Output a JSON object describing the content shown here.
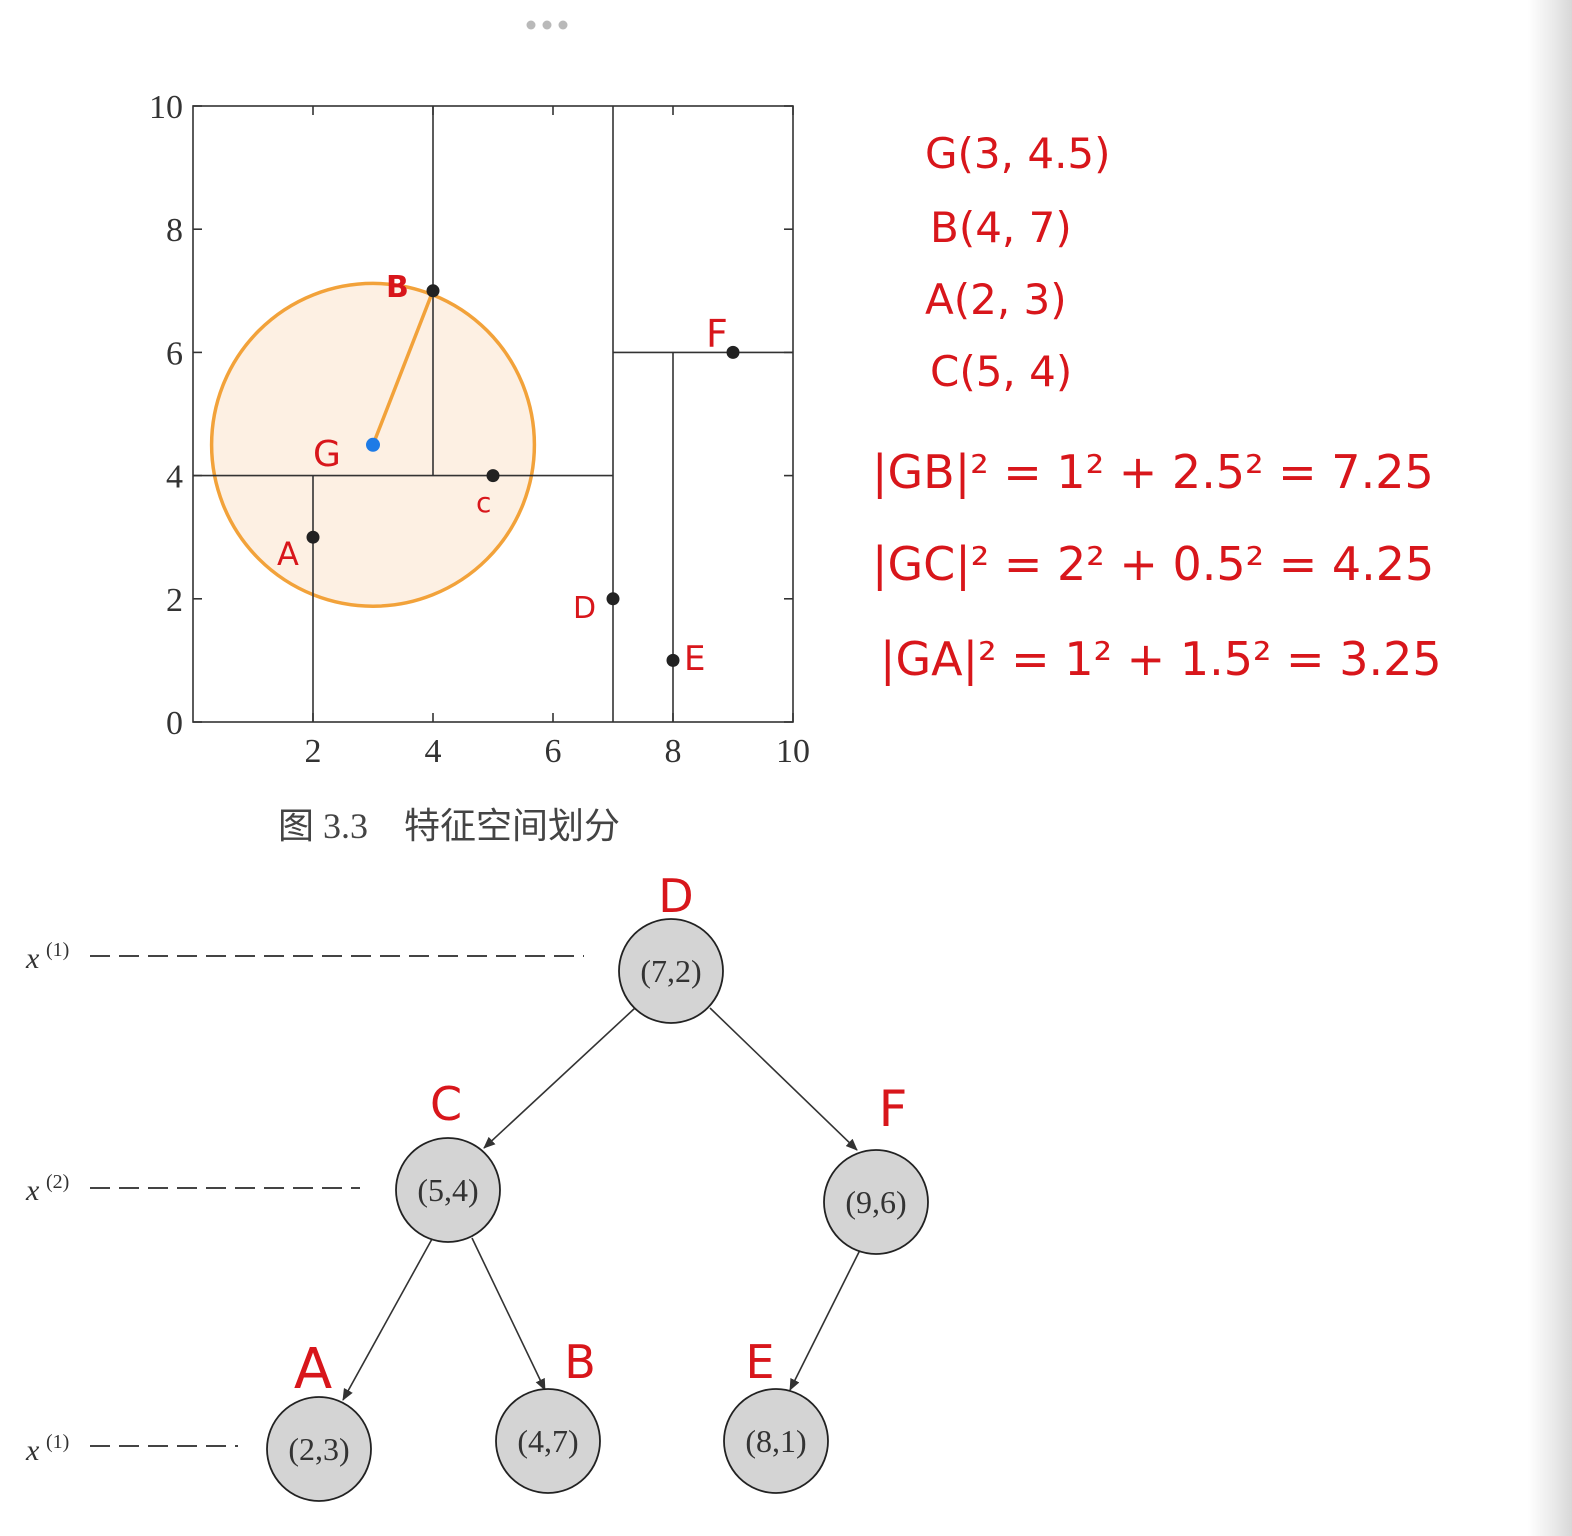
{
  "chart_data": {
    "type": "scatter",
    "xlim": [
      0,
      10
    ],
    "ylim": [
      0,
      10
    ],
    "x_ticks": [
      "2",
      "4",
      "6",
      "8",
      "10"
    ],
    "y_ticks": [
      "0",
      "2",
      "4",
      "6",
      "8",
      "10"
    ],
    "points": [
      {
        "label": "A",
        "x": 2,
        "y": 3
      },
      {
        "label": "B",
        "x": 4,
        "y": 7
      },
      {
        "label": "C",
        "x": 5,
        "y": 4
      },
      {
        "label": "D",
        "x": 7,
        "y": 2
      },
      {
        "label": "E",
        "x": 8,
        "y": 1
      },
      {
        "label": "F",
        "x": 9,
        "y": 6
      }
    ],
    "query_point": {
      "label": "G",
      "x": 3,
      "y": 4.5
    },
    "circle_radius": 2.69,
    "partitions": [
      {
        "axis": "x",
        "at": 7,
        "from": 0,
        "to": 10
      },
      {
        "axis": "y",
        "at": 4,
        "from": 0,
        "to": 7
      },
      {
        "axis": "y",
        "at": 6,
        "from": 7,
        "to": 10
      },
      {
        "axis": "x",
        "at": 2,
        "from": 0,
        "to": 4
      },
      {
        "axis": "x",
        "at": 4,
        "from": 4,
        "to": 10
      },
      {
        "axis": "x",
        "at": 8,
        "from": 0,
        "to": 6
      }
    ]
  },
  "figure": {
    "caption": "图 3.3    特征空间划分"
  },
  "notes": {
    "coords": [
      "G(3, 4.5)",
      "B(4, 7)",
      "A(2, 3)",
      "C(5, 4)"
    ],
    "equations": [
      "|GB|² = 1² + 2.5² = 7.25",
      "|GC|² = 2² + 0.5² = 4.25",
      "|GA|² = 1² + 1.5² = 3.25"
    ]
  },
  "tree": {
    "levels": [
      {
        "label": "x",
        "sup": "(1)"
      },
      {
        "label": "x",
        "sup": "(2)"
      },
      {
        "label": "x",
        "sup": "(1)"
      }
    ],
    "nodes": [
      {
        "id": "root",
        "value": "(7,2)",
        "tag": "D"
      },
      {
        "id": "left",
        "value": "(5,4)",
        "tag": "C"
      },
      {
        "id": "right",
        "value": "(9,6)",
        "tag": "F"
      },
      {
        "id": "ll",
        "value": "(2,3)",
        "tag": "A"
      },
      {
        "id": "lr",
        "value": "(4,7)",
        "tag": "B"
      },
      {
        "id": "rl",
        "value": "(8,1)",
        "tag": "E"
      }
    ]
  },
  "colors": {
    "annotation": "#d8161b",
    "circle": "#f2a23a",
    "circle_fill": "#fdf0e3",
    "query": "#1e7be6",
    "node_fill": "#d4d4d4"
  }
}
